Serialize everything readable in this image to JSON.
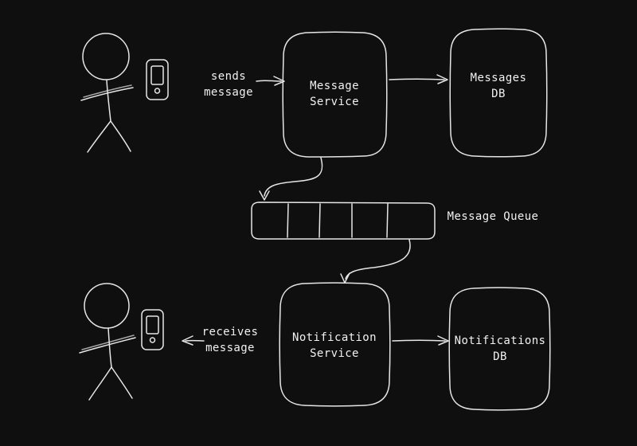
{
  "canvas": {
    "background": "#0f0f0f",
    "stroke_color": "#e6e6e6",
    "text_color": "#f1f1f1"
  },
  "figures": {
    "sender": "stick-figure-with-smartphone",
    "receiver": "stick-figure-with-smartphone"
  },
  "labels": {
    "sends_message": "sends\nmessage",
    "receives_message": "receives\nmessage"
  },
  "queue": {
    "label": "Message Queue",
    "cells": 5
  },
  "nodes": {
    "message_service": "Message\nService",
    "messages_db": "Messages\nDB",
    "notification_service": "Notification\nService",
    "notifications_db": "Notifications\nDB"
  }
}
